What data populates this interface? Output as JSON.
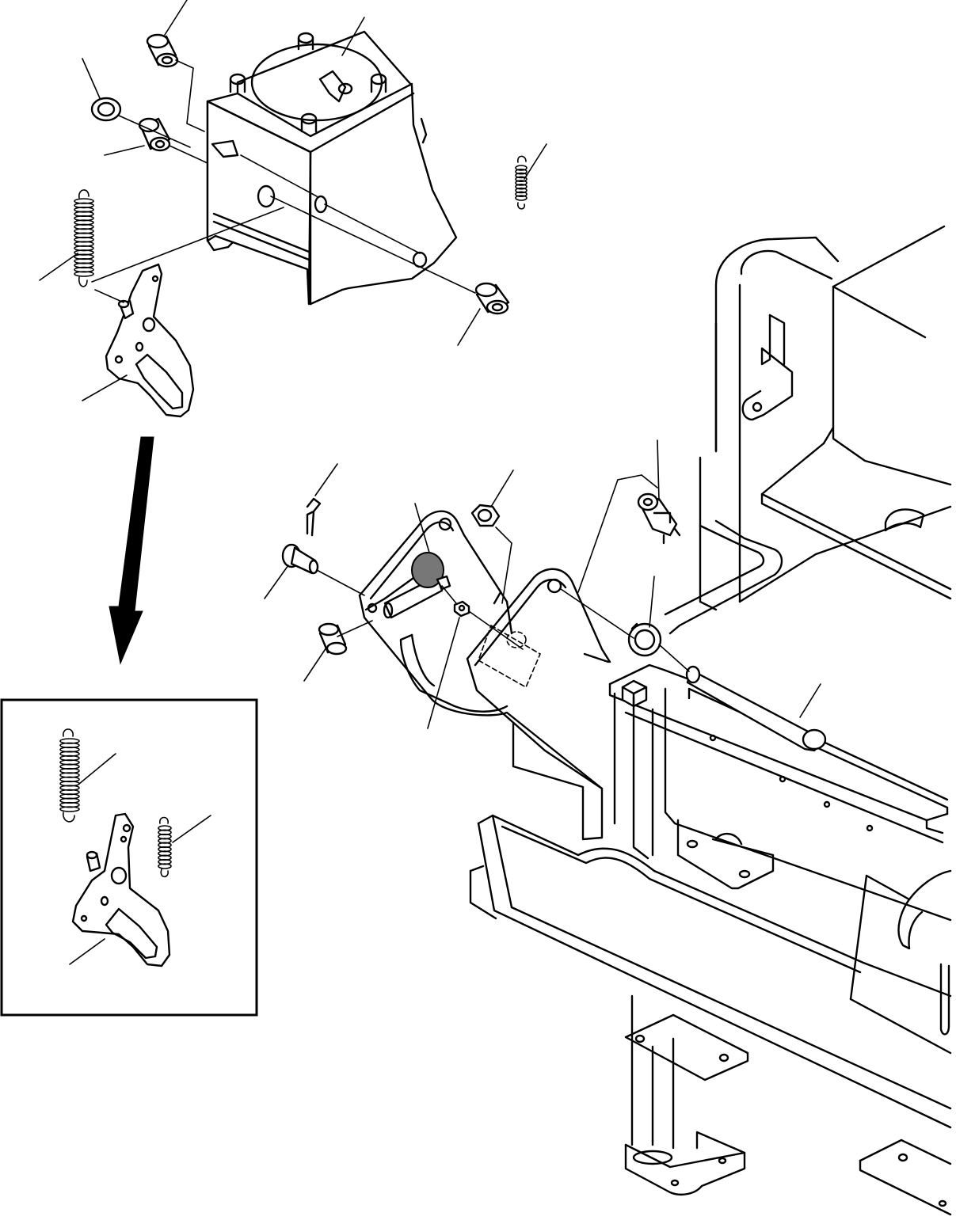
{
  "diagram": {
    "kind": "exploded parts view",
    "inset_present": true,
    "callout_labels": []
  },
  "colors": {
    "line": "#000000",
    "background": "#ffffff",
    "knob_fill": "#777777"
  },
  "parts": [
    {
      "name": "bracket-housing"
    },
    {
      "name": "bushing"
    },
    {
      "name": "lock-washer"
    },
    {
      "name": "extension-spring"
    },
    {
      "name": "pedal-lever"
    },
    {
      "name": "small-spring"
    },
    {
      "name": "cotter-pin"
    },
    {
      "name": "clevis-pin"
    },
    {
      "name": "nut"
    },
    {
      "name": "knob"
    },
    {
      "name": "limit-switch"
    },
    {
      "name": "snap-ring"
    },
    {
      "name": "pivot-shaft"
    },
    {
      "name": "frame-assembly"
    }
  ]
}
